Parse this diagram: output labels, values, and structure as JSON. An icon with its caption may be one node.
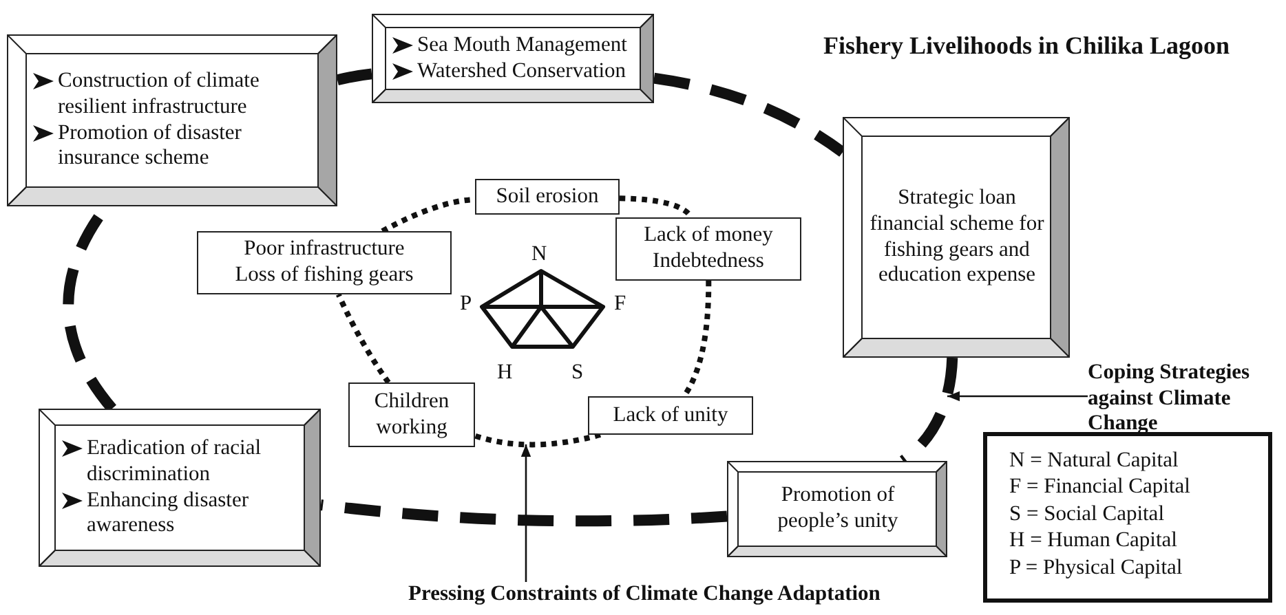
{
  "diagram": {
    "title": "Fishery Livelihoods in Chilika Lagoon",
    "nodes": [
      {
        "text": [
          "Construction of climate resilient infrastructure",
          "Promotion of disaster insurance scheme"
        ]
      },
      {
        "text": [
          "Sea Mouth Management",
          "Watershed Conservation"
        ]
      },
      {
        "text": [
          "Strategic loan financial scheme for fishing gears and education expense"
        ]
      },
      {
        "text": [
          "Eradication of racial discrimination",
          "Enhancing disaster awareness"
        ]
      },
      {
        "text": [
          "Promotion of people’s unity"
        ]
      },
      {
        "text": [
          "Soil erosion"
        ]
      },
      {
        "text": [
          "Poor infrastructure",
          "Loss of fishing gears"
        ]
      },
      {
        "text": [
          "Lack of money",
          "Indebtedness"
        ]
      },
      {
        "text": [
          "Children working"
        ]
      },
      {
        "text": [
          "Lack of unity"
        ]
      },
      {
        "text": [
          "Coping Strategies against Climate Change"
        ]
      },
      {
        "text": [
          "Pressing Constraints of Climate Change Adaptation"
        ]
      }
    ],
    "edges": [
      {
        "from": 0,
        "to": 1,
        "arrow": "none",
        "style": "dashed"
      },
      {
        "from": 1,
        "to": 2,
        "arrow": "none",
        "style": "dashed"
      },
      {
        "from": 2,
        "to": 4,
        "arrow": "none",
        "style": "dashed"
      },
      {
        "from": 4,
        "to": 3,
        "arrow": "none",
        "style": "dashed"
      },
      {
        "from": 3,
        "to": 0,
        "arrow": "none",
        "style": "dashed"
      },
      {
        "from": 6,
        "to": 5,
        "arrow": "none",
        "style": "dashed"
      },
      {
        "from": 5,
        "to": 7,
        "arrow": "none",
        "style": "dashed"
      },
      {
        "from": 7,
        "to": 9,
        "arrow": "none",
        "style": "dashed"
      },
      {
        "from": 9,
        "to": 8,
        "arrow": "none",
        "style": "dashed"
      },
      {
        "from": 8,
        "to": 6,
        "arrow": "none",
        "style": "dashed"
      },
      {
        "from": 10,
        "to": null,
        "arrow": "to"
      },
      {
        "from": 11,
        "to": null,
        "arrow": "to"
      }
    ],
    "labels": [
      "N",
      "P",
      "F",
      "H",
      "S",
      "N = Natural Capital",
      "F = Financial Capital",
      "S = Social Capital",
      "H = Human Capital",
      "P = Physical Capital"
    ]
  }
}
